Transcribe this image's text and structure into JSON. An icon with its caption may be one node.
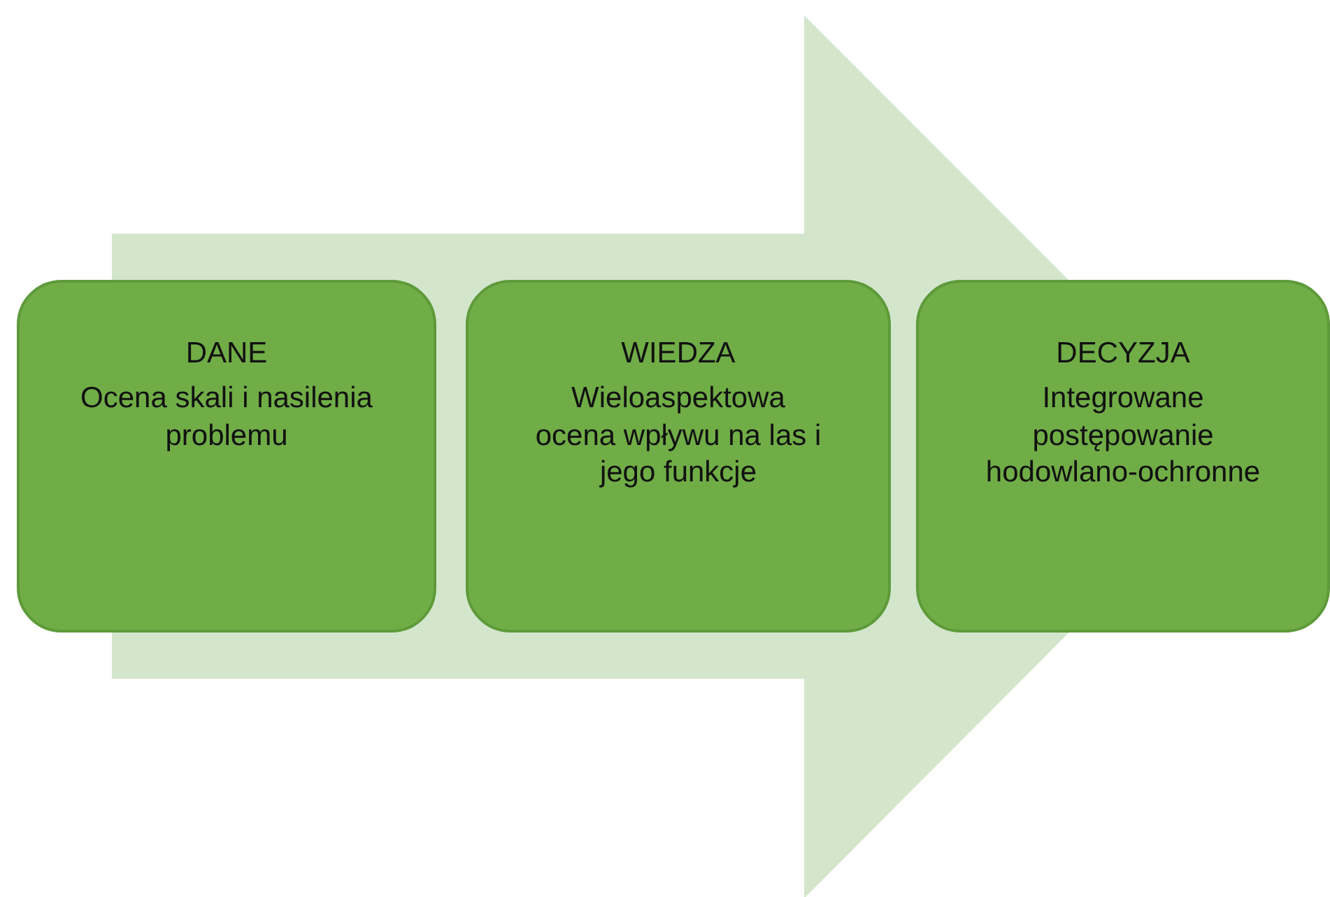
{
  "diagram": {
    "nodes": [
      {
        "text": [
          "DANE",
          "Ocena skali i nasilenia problemu"
        ]
      },
      {
        "text": [
          "WIEDZA",
          "Wieloaspektowa ocena wpływu na las i jego funkcje"
        ]
      },
      {
        "text": [
          "DECYZJA",
          "Integrowane postępowanie hodowlano-ochronne"
        ]
      }
    ],
    "edges": [
      {
        "from": 0,
        "to": 2,
        "arrow": "to"
      }
    ]
  }
}
